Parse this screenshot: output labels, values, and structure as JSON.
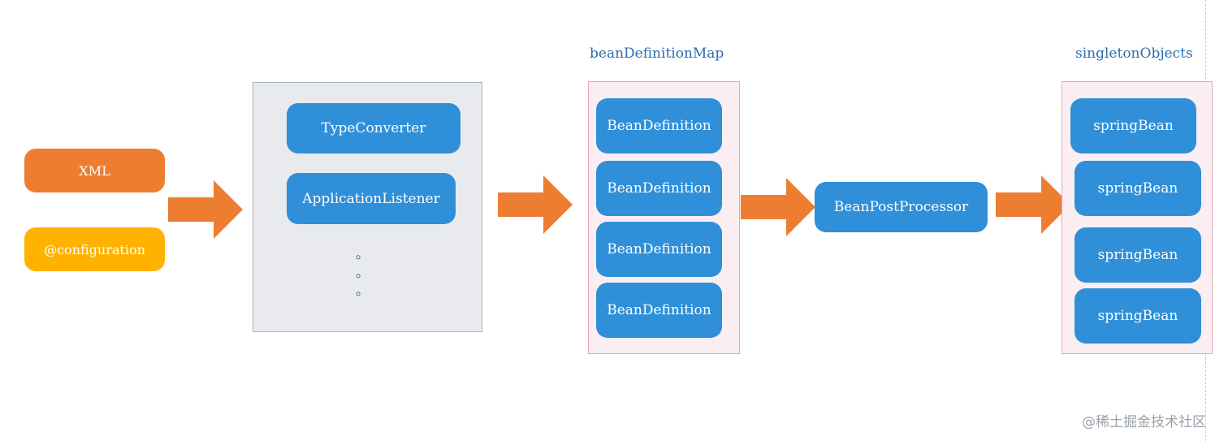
{
  "sources": {
    "xml": "XML",
    "configuration": "@configuration"
  },
  "registry": {
    "items": [
      "TypeConverter",
      "ApplicationListener"
    ],
    "ellipsis": [
      "。",
      "。",
      "。"
    ]
  },
  "bean_definition_map": {
    "title": "beanDefinitionMap",
    "items": [
      "BeanDefinition",
      "BeanDefinition",
      "BeanDefinition",
      "BeanDefinition"
    ]
  },
  "post_processor": {
    "label": "BeanPostProcessor"
  },
  "singleton_objects": {
    "title": "singletonObjects",
    "items": [
      "springBean",
      "springBean",
      "springBean",
      "springBean"
    ]
  },
  "watermark": "@稀土掘金技术社区",
  "colors": {
    "xml_box": "#ed7d31",
    "configuration_box": "#ffb300",
    "pill_blue": "#2f8fd8",
    "arrow": "#ed7d31"
  }
}
